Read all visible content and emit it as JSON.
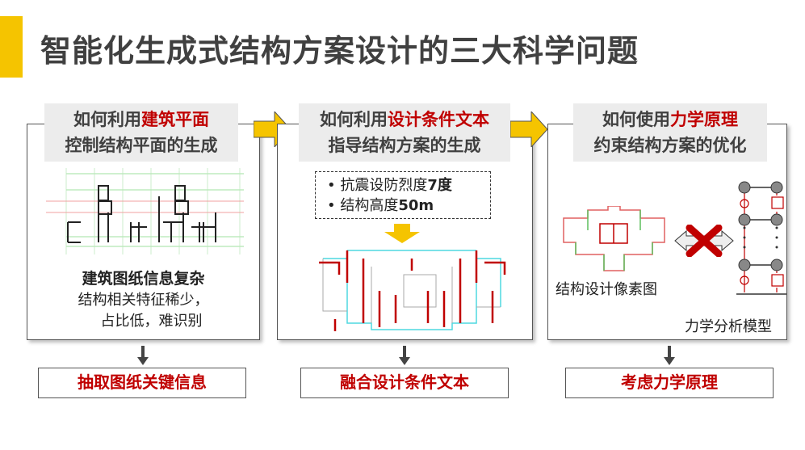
{
  "title": "智能化生成式结构方案设计的三大科学问题",
  "panels": [
    {
      "q_prefix": "如何利用",
      "q_highlight": "建筑平面",
      "q_line2": "控制结构平面的生成",
      "note_bold": "建筑图纸信息复杂",
      "note_line1": "结构相关特征稀少，",
      "note_line2": "占比低，难识别",
      "answer": "抽取图纸关键信息"
    },
    {
      "q_prefix": "如何利用",
      "q_highlight": "设计条件文本",
      "q_line2": "指导结构方案的生成",
      "bullets": [
        {
          "text": "抗震设防烈度",
          "bold": "7度"
        },
        {
          "text": "结构高度",
          "bold": "50m"
        }
      ],
      "answer": "融合设计条件文本"
    },
    {
      "q_prefix": "如何使用",
      "q_highlight": "力学原理",
      "q_line2": "约束结构方案的优化",
      "left_label": "结构设计像素图",
      "right_label": "力学分析模型",
      "answer": "考虑力学原理"
    }
  ],
  "colors": {
    "accent": "#f5c400",
    "highlight": "#c00000",
    "text": "#404040"
  }
}
